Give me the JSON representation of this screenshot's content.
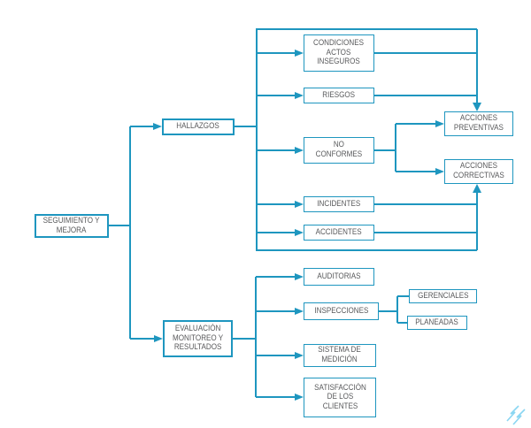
{
  "diagram": {
    "type": "flowchart",
    "language": "es",
    "colors": {
      "line": "#1E96BF",
      "box_border": "#1E96BF",
      "text": "#58595B",
      "background": "#FFFFFF",
      "watermark": "#8AD6F2"
    },
    "nodes": {
      "seguimiento_y_mejora": {
        "label": "SEGUIMIENTO Y\nMEJORA"
      },
      "hallazgos": {
        "label": "HALLAZGOS"
      },
      "evaluacion_monitoreo_y_resultados": {
        "label": "EVALUACIÓN\nMONITOREO Y\nRESULTADOS"
      },
      "condiciones_actos_inseguros": {
        "label": "CONDICIONES\nACTOS\nINSEGUROS"
      },
      "riesgos": {
        "label": "RIESGOS"
      },
      "no_conformes": {
        "label": "NO\nCONFORMES"
      },
      "incidentes": {
        "label": "INCIDENTES"
      },
      "accidentes": {
        "label": "ACCIDENTES"
      },
      "acciones_preventivas": {
        "label": "ACCIONES\nPREVENTIVAS"
      },
      "acciones_correctivas": {
        "label": "ACCIONES\nCORRECTIVAS"
      },
      "auditorias": {
        "label": "AUDITORIAS"
      },
      "inspecciones": {
        "label": "INSPECCIONES"
      },
      "gerenciales": {
        "label": "GERENCIALES"
      },
      "planeadas": {
        "label": "PLANEADAS"
      },
      "sistema_de_medicion": {
        "label": "SISTEMA DE\nMEDICIÓN"
      },
      "satisfaccion_de_los_clientes": {
        "label": "SATISFACCIÓN\nDE LOS\nCLIENTES"
      }
    },
    "edges": [
      {
        "from": "seguimiento_y_mejora",
        "to": "hallazgos",
        "arrow": true
      },
      {
        "from": "seguimiento_y_mejora",
        "to": "evaluacion_monitoreo_y_resultados",
        "arrow": true
      },
      {
        "from": "hallazgos",
        "to": "condiciones_actos_inseguros",
        "arrow": true
      },
      {
        "from": "hallazgos",
        "to": "riesgos",
        "arrow": true
      },
      {
        "from": "hallazgos",
        "to": "no_conformes",
        "arrow": true
      },
      {
        "from": "hallazgos",
        "to": "incidentes",
        "arrow": true
      },
      {
        "from": "hallazgos",
        "to": "accidentes",
        "arrow": true
      },
      {
        "from": "condiciones_actos_inseguros",
        "to": "acciones_preventivas",
        "arrow": true
      },
      {
        "from": "riesgos",
        "to": "acciones_preventivas",
        "arrow": true
      },
      {
        "from": "no_conformes",
        "to": "acciones_preventivas",
        "arrow": true
      },
      {
        "from": "no_conformes",
        "to": "acciones_correctivas",
        "arrow": true
      },
      {
        "from": "incidentes",
        "to": "acciones_correctivas",
        "arrow": true
      },
      {
        "from": "accidentes",
        "to": "acciones_correctivas",
        "arrow": true
      },
      {
        "from": "evaluacion_monitoreo_y_resultados",
        "to": "auditorias",
        "arrow": true
      },
      {
        "from": "evaluacion_monitoreo_y_resultados",
        "to": "inspecciones",
        "arrow": true
      },
      {
        "from": "evaluacion_monitoreo_y_resultados",
        "to": "sistema_de_medicion",
        "arrow": true
      },
      {
        "from": "evaluacion_monitoreo_y_resultados",
        "to": "satisfaccion_de_los_clientes",
        "arrow": true
      },
      {
        "from": "inspecciones",
        "to": "gerenciales",
        "arrow": false
      },
      {
        "from": "inspecciones",
        "to": "planeadas",
        "arrow": false
      }
    ]
  }
}
